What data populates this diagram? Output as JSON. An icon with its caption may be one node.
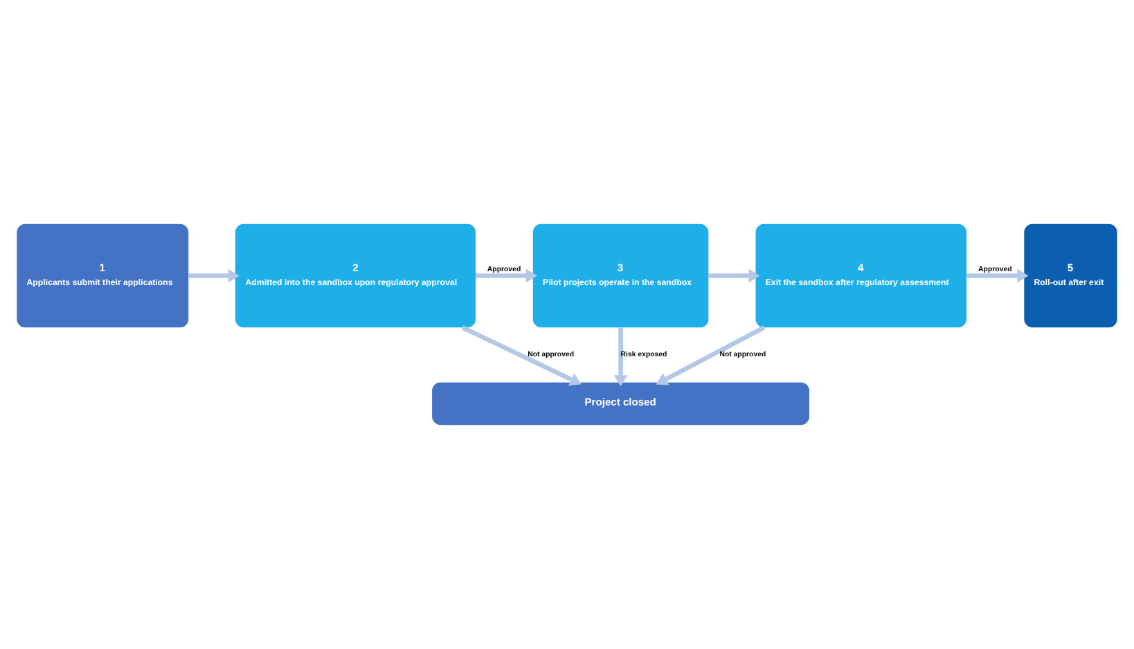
{
  "diagram": {
    "nodes": [
      {
        "text": [
          "1",
          "Applicants submit their applications"
        ]
      },
      {
        "text": [
          "2",
          "Admitted into the sandbox upon regulatory approval"
        ]
      },
      {
        "text": [
          "3",
          "Pilot projects operate in the sandbox"
        ]
      },
      {
        "text": [
          "4",
          "Exit the sandbox after regulatory assessment"
        ]
      },
      {
        "text": [
          "5",
          "Roll-out after exit"
        ]
      },
      {
        "text": [
          "Project closed"
        ]
      }
    ],
    "edges": [
      {
        "from": 0,
        "to": 1,
        "arrow": "to"
      },
      {
        "from": 1,
        "to": 2,
        "arrow": "to",
        "label": "Approved"
      },
      {
        "from": 2,
        "to": 3,
        "arrow": "to"
      },
      {
        "from": 3,
        "to": 4,
        "arrow": "to",
        "label": "Approved"
      },
      {
        "from": 1,
        "to": 5,
        "arrow": "to",
        "label": "Not approved"
      },
      {
        "from": 2,
        "to": 5,
        "arrow": "to",
        "label": "Risk exposed"
      },
      {
        "from": 3,
        "to": 5,
        "arrow": "to",
        "label": "Not approved"
      }
    ]
  }
}
